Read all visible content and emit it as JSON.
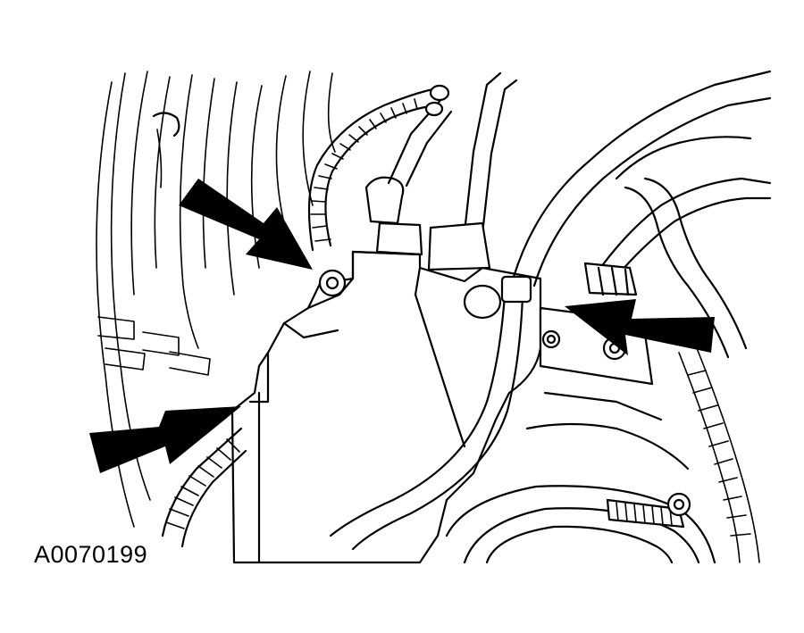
{
  "figure": {
    "id_label": "A0070199",
    "callout_arrows": [
      {
        "name": "upper-left-arrow",
        "target": "fastener-upper-left"
      },
      {
        "name": "right-arrow",
        "target": "fastener-bracket-right"
      },
      {
        "name": "lower-left-arrow",
        "target": "component-housing-left"
      }
    ]
  }
}
